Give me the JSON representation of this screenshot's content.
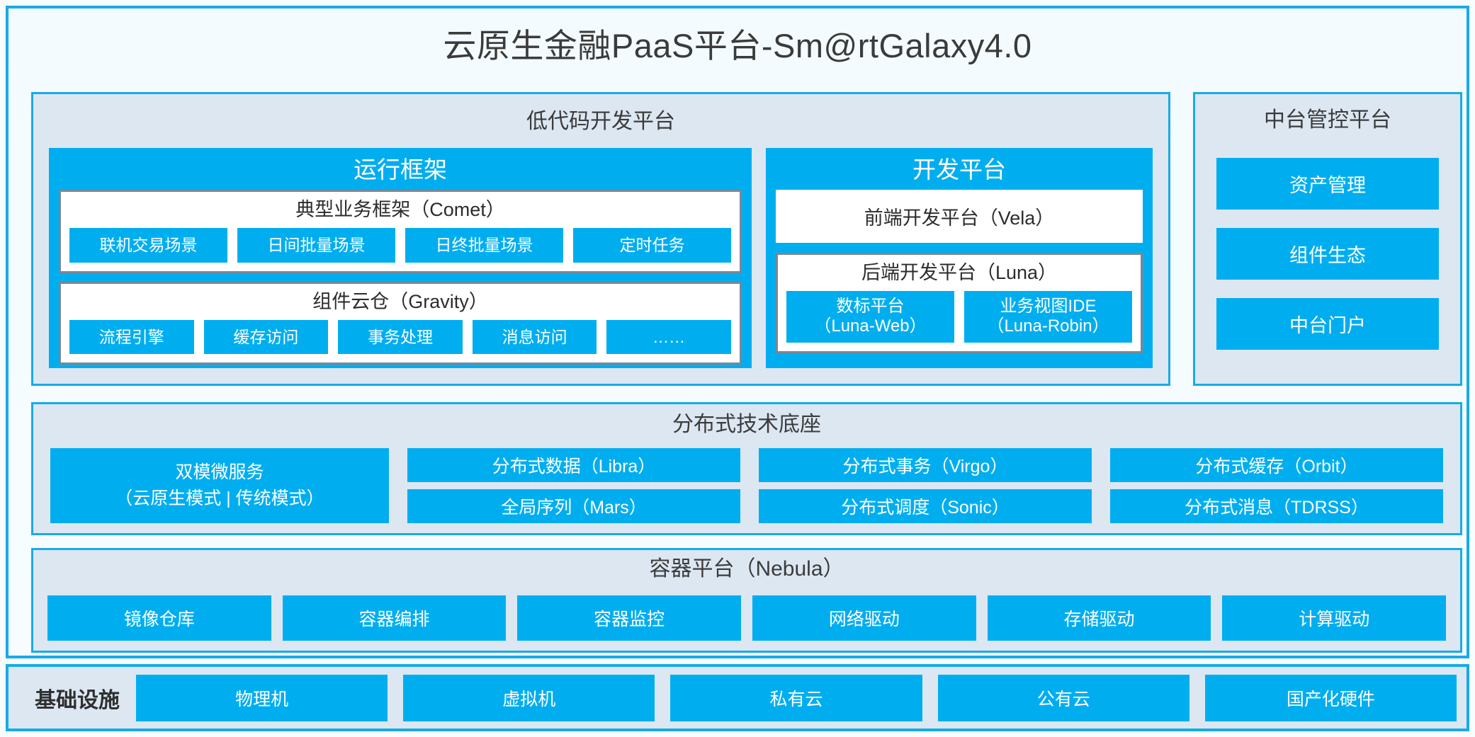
{
  "title": "云原生金融PaaS平台-Sm@rtGalaxy4.0",
  "colors": {
    "accent_blue": "#00AEEF",
    "frame_blue": "#18ABE8",
    "panel_bg": "#DCE7F2",
    "card_border_gray": "#7A8794",
    "page_bg": "#F7FCFD",
    "text_dark": "#3B3B3B"
  },
  "lowcode": {
    "title": "低代码开发平台",
    "runtime": {
      "title": "运行框架",
      "comet": {
        "title": "典型业务框架（Comet）",
        "items": [
          "联机交易场景",
          "日间批量场景",
          "日终批量场景",
          "定时任务"
        ]
      },
      "gravity": {
        "title": "组件云仓（Gravity）",
        "items": [
          "流程引擎",
          "缓存访问",
          "事务处理",
          "消息访问",
          "……"
        ]
      }
    },
    "devplat": {
      "title": "开发平台",
      "frontend": "前端开发平台（Vela）",
      "backend": {
        "title": "后端开发平台（Luna）",
        "items": [
          {
            "name": "数标平台",
            "code": "（Luna-Web）"
          },
          {
            "name": "业务视图IDE",
            "code": "（Luna-Robin）"
          }
        ]
      }
    }
  },
  "console": {
    "title": "中台管控平台",
    "items": [
      "资产管理",
      "组件生态",
      "中台门户"
    ]
  },
  "dtb": {
    "title": "分布式技术底座",
    "microservice": {
      "line1": "双模微服务",
      "line2": "（云原生模式 | 传统模式）"
    },
    "columns": [
      [
        "分布式数据（Libra）",
        "全局序列（Mars）"
      ],
      [
        "分布式事务（Virgo）",
        "分布式调度（Sonic）"
      ],
      [
        "分布式缓存（Orbit）",
        "分布式消息（TDRSS）"
      ]
    ]
  },
  "container": {
    "title": "容器平台（Nebula）",
    "items": [
      "镜像仓库",
      "容器编排",
      "容器监控",
      "网络驱动",
      "存储驱动",
      "计算驱动"
    ]
  },
  "infrastructure": {
    "label": "基础设施",
    "items": [
      "物理机",
      "虚拟机",
      "私有云",
      "公有云",
      "国产化硬件"
    ]
  }
}
